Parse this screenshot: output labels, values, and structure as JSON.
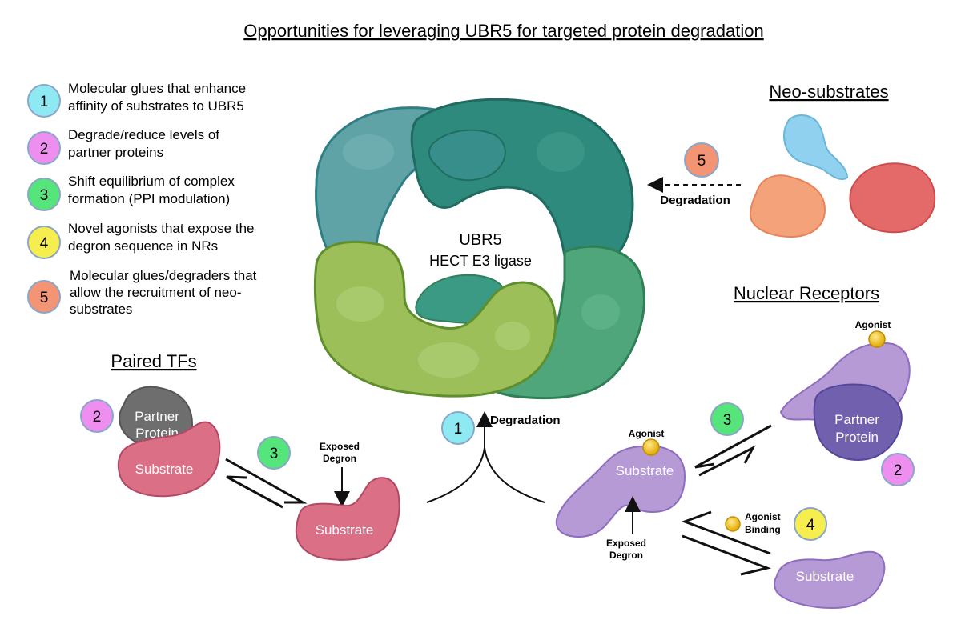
{
  "title": "Opportunities for leveraging UBR5 for targeted protein degradation",
  "legend": [
    {
      "num": "1",
      "color": "#8fe9f2",
      "lines": [
        "Molecular glues that enhance",
        "affinity of substrates to UBR5"
      ]
    },
    {
      "num": "2",
      "color": "#ee8ff0",
      "lines": [
        "Degrade/reduce levels of",
        "partner proteins"
      ]
    },
    {
      "num": "3",
      "color": "#55e57a",
      "lines": [
        "Shift equilibrium of complex",
        "formation (PPI modulation)"
      ]
    },
    {
      "num": "4",
      "color": "#f5ee4e",
      "lines": [
        "Novel agonists that expose the",
        "degron sequence in NRs"
      ]
    },
    {
      "num": "5",
      "color": "#f39474",
      "lines": [
        "Molecular glues/degraders that",
        "allow the recruitment of neo-",
        "substrates"
      ]
    }
  ],
  "center": {
    "name": "UBR5",
    "subtitle": "HECT E3 ligase"
  },
  "neo": {
    "heading": "Neo-substrates",
    "badge": "5",
    "arrow_label": "Degradation"
  },
  "paired": {
    "heading": "Paired TFs",
    "partner_line1": "Partner",
    "partner_line2": "Protein",
    "substrate": "Substrate",
    "badge2": "2",
    "badge3": "3",
    "exposed_line1": "Exposed",
    "exposed_line2": "Degron",
    "substrate2": "Substrate"
  },
  "degradation": {
    "badge": "1",
    "label": "Degradation"
  },
  "nuclear": {
    "heading": "Nuclear Receptors",
    "agonist_top": "Agonist",
    "partner_line1": "Partner",
    "partner_line2": "Protein",
    "badge3": "3",
    "badge2": "2",
    "agonist_mid": "Agonist",
    "substrate_mid": "Substrate",
    "exposed_line1": "Exposed",
    "exposed_line2": "Degron",
    "agonist_binding_line1": "Agonist",
    "agonist_binding_line2": "Binding",
    "badge4": "4",
    "substrate_low": "Substrate"
  }
}
